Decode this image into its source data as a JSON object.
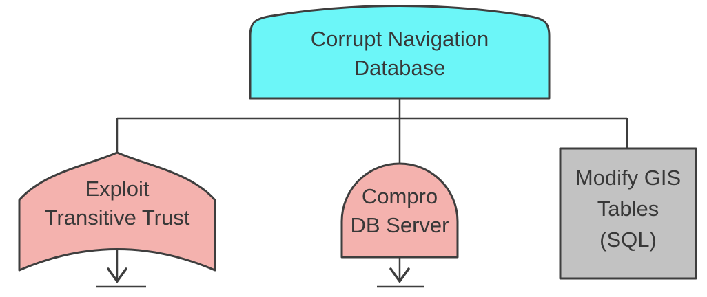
{
  "diagram": {
    "type": "attack-tree",
    "colors": {
      "root_fill": "#6cf6f8",
      "gate_fill": "#f4b2ae",
      "leaf_fill": "#c2c2c2",
      "stroke": "#3e3e3e",
      "text": "#383838"
    },
    "nodes": {
      "root": {
        "shape": "arched-top-box",
        "label": "Corrupt Navigation Database",
        "lines": [
          "Corrupt Navigation",
          "Database"
        ]
      },
      "left": {
        "shape": "or-gate",
        "label": "Exploit Transitive Trust",
        "lines": [
          "Exploit",
          "Transitive Trust"
        ]
      },
      "middle": {
        "shape": "and-gate",
        "label": "Compro DB Server",
        "lines": [
          "Compro",
          "DB Server"
        ]
      },
      "right": {
        "shape": "rectangle",
        "label": "Modify GIS Tables (SQL)",
        "lines": [
          "Modify GIS",
          "Tables",
          "(SQL)"
        ]
      }
    }
  }
}
